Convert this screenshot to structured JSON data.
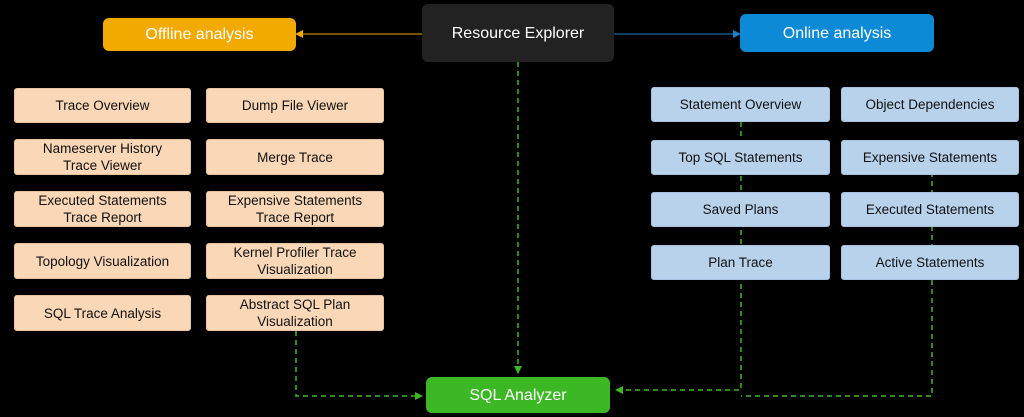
{
  "resource_explorer": {
    "label": "Resource Explorer"
  },
  "offline_analysis": {
    "label": "Offline analysis"
  },
  "online_analysis": {
    "label": "Online analysis"
  },
  "sql_analyzer": {
    "label": "SQL Analyzer"
  },
  "offline_items": [
    "Trace Overview",
    "Dump File Viewer",
    "Nameserver History\nTrace Viewer",
    "Merge Trace",
    "Executed Statements\nTrace Report",
    "Expensive Statements\nTrace Report",
    "Topology Visualization",
    "Kernel Profiler Trace\nVisualization",
    "SQL Trace Analysis",
    "Abstract SQL Plan\nVisualization"
  ],
  "online_items": [
    "Statement Overview",
    "Object Dependencies",
    "Top SQL Statements",
    "Expensive Statements",
    "Saved Plans",
    "Executed Statements",
    "Plan Trace",
    "Active Statements"
  ],
  "colors": {
    "background": "#000000",
    "resource_explorer": "#222222",
    "offline_head": "#f2a900",
    "online_head": "#0c8ad6",
    "sql_analyzer": "#3db825",
    "offline_item_fill": "#fad7b6",
    "online_item_fill": "#b9d2ec",
    "offline_arrow": "#f2a900",
    "online_arrow": "#1f7fc4",
    "analyzer_connector": "#3db825"
  }
}
